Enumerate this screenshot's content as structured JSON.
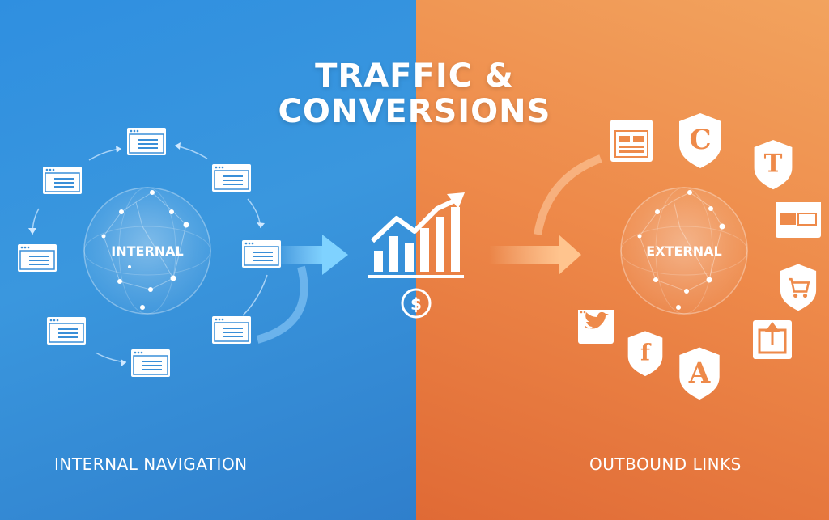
{
  "title": {
    "line1": "TRAFFIC &",
    "line2": "CONVERSIONS"
  },
  "left": {
    "globe_label": "INTERNAL",
    "caption": "INTERNAL NAVIGATION"
  },
  "right": {
    "globe_label": "EXTERNAL",
    "caption": "OUTBOUND LINKS"
  },
  "center": {
    "currency_symbol": "$"
  },
  "external_icons": {
    "c_letter": "C",
    "t_letter": "T",
    "f_letter": "f",
    "a_letter": "A"
  },
  "colors": {
    "left_bg": "#3a97de",
    "right_bg": "#ee8a4a",
    "foreground": "#ffffff"
  }
}
